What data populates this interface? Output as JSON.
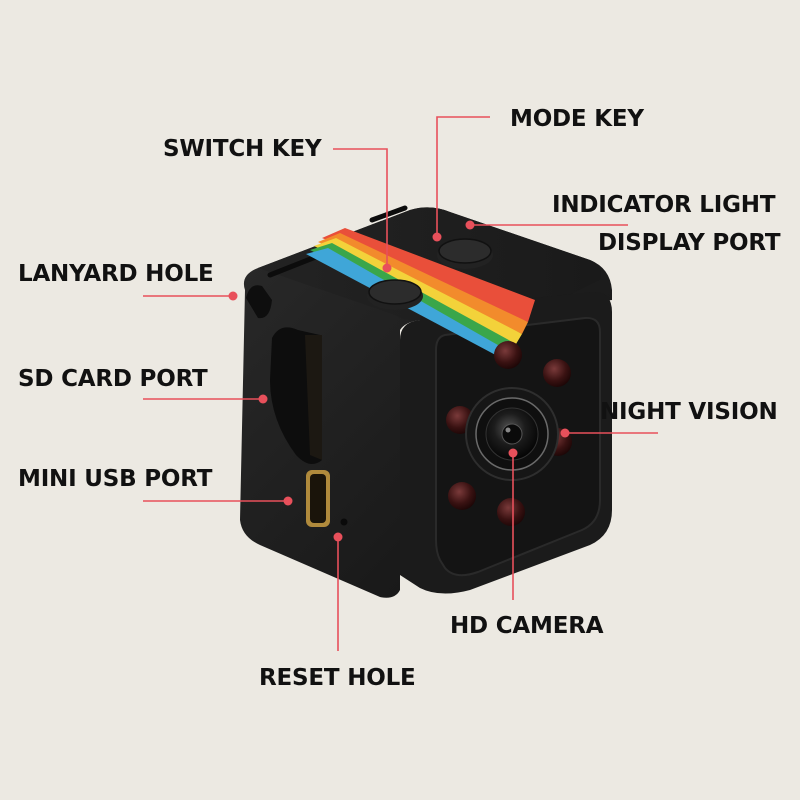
{
  "diagram": {
    "subject": "mini cube camera",
    "accent_color": "#e8505b",
    "background_color": "#ece9e2",
    "labels": [
      {
        "id": "mode_key",
        "text": "MODE KEY"
      },
      {
        "id": "switch_key",
        "text": "SWITCH KEY"
      },
      {
        "id": "indicator_light",
        "text": "INDICATOR LIGHT"
      },
      {
        "id": "display_port",
        "text": "DISPLAY PORT"
      },
      {
        "id": "lanyard_hole",
        "text": "LANYARD HOLE"
      },
      {
        "id": "sd_card_port",
        "text": "SD CARD PORT"
      },
      {
        "id": "night_vision",
        "text": "NIGHT VISION"
      },
      {
        "id": "mini_usb_port",
        "text": "MINI USB PORT"
      },
      {
        "id": "hd_camera",
        "text": "HD CAMERA"
      },
      {
        "id": "reset_hole",
        "text": "RESET HOLE"
      }
    ]
  }
}
